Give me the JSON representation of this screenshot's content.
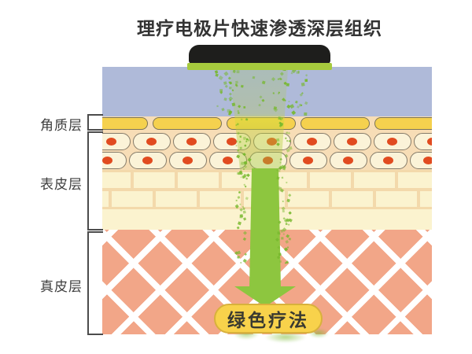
{
  "title": "理疗电极片快速渗透深层组织",
  "badge": {
    "label": "绿色疗法"
  },
  "layer_labels": [
    {
      "id": "stratum-corneum",
      "text": "角质层"
    },
    {
      "id": "epidermis",
      "text": "表皮层"
    },
    {
      "id": "dermis",
      "text": "真皮层"
    }
  ],
  "colors": {
    "accent_green": "#8DC63F",
    "particle_green": "#76B82C",
    "electrode_black": "#1E1E1C",
    "electrode_strip_green": "#A6CA3D",
    "surface_blue": "#AFBAD9",
    "corneum_yellow": "#F5D14E",
    "peach_ground": "#F7DDB6",
    "cell_cream": "#FBF3D8",
    "cell_outline": "#857B69",
    "nucleus_red": "#E14B20",
    "brick_cream": "#FBF3CF",
    "mortar_peach": "#F3D9AB",
    "dermis_salmon": "#F2A688",
    "badge_yellow": "#F8D24B",
    "badge_border": "#D8B13C"
  }
}
